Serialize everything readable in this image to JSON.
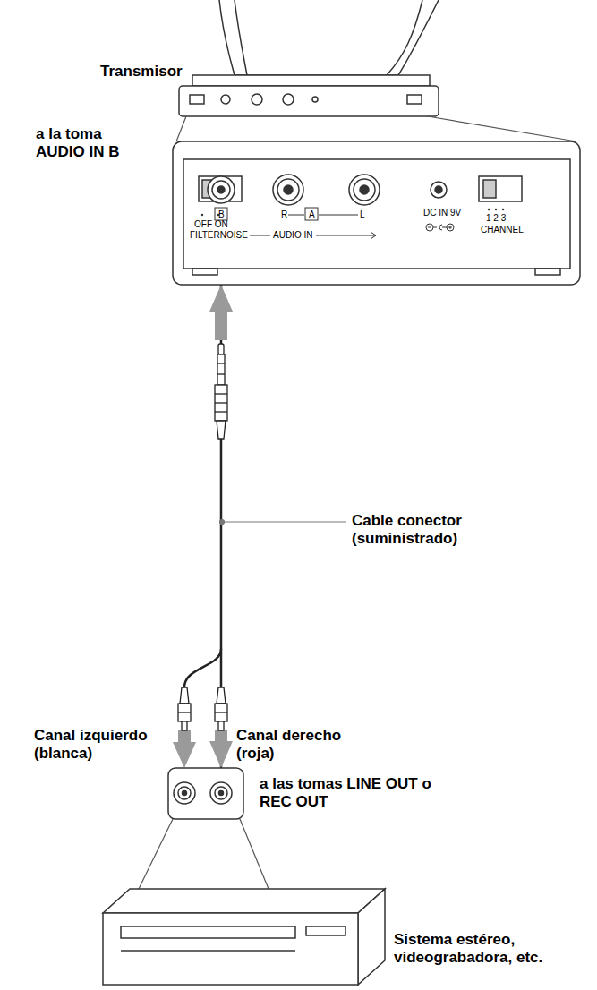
{
  "diagram": {
    "nodes": [
      {
        "text": [
          "Transmisor"
        ]
      },
      {
        "text": [
          "OFF ON",
          "FILTERNOISE",
          "B",
          "R",
          "A",
          "L",
          "AUDIO IN",
          "DC IN 9V",
          "1 2 3",
          "CHANNEL"
        ]
      },
      {
        "text": [
          "a las tomas LINE OUT o REC OUT"
        ]
      },
      {
        "text": [
          "Sistema estéreo, videograbadora, etc."
        ]
      }
    ],
    "edges": [
      {
        "from": 1,
        "to": 2,
        "arrow": "both"
      }
    ],
    "labels": [
      "a la toma AUDIO IN B",
      "Cable conector (suministrado)",
      "Canal izquierdo (blanca)",
      "Canal derecho (roja)"
    ]
  }
}
